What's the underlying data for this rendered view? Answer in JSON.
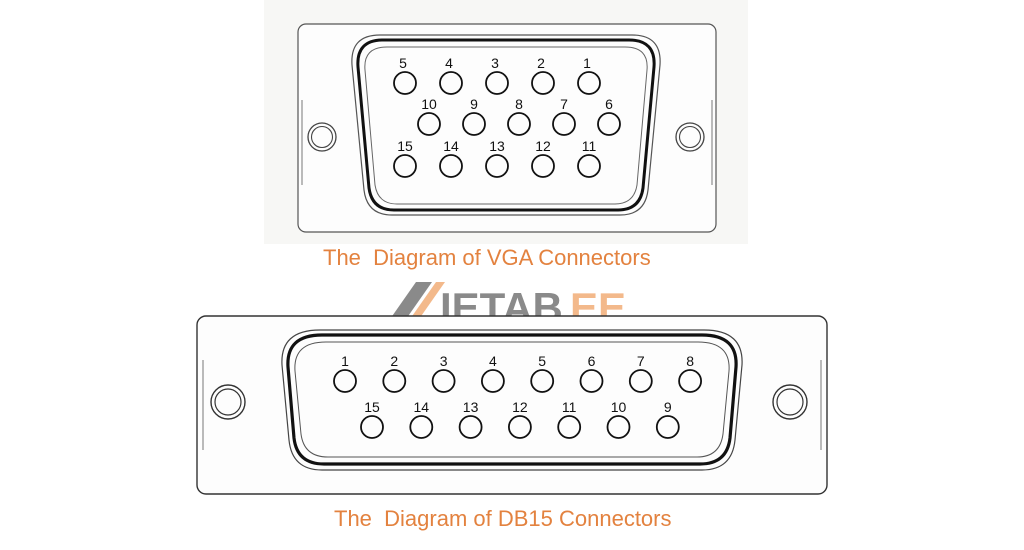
{
  "vga": {
    "caption": "The  Diagram of VGA Connectors",
    "rows": [
      [
        "5",
        "4",
        "3",
        "2",
        "1"
      ],
      [
        "10",
        "9",
        "8",
        "7",
        "6"
      ],
      [
        "15",
        "14",
        "13",
        "12",
        "11"
      ]
    ]
  },
  "db15": {
    "caption": "The  Diagram of DB15 Connectors",
    "rows": [
      [
        "1",
        "2",
        "3",
        "4",
        "5",
        "6",
        "7",
        "8"
      ],
      [
        "15",
        "14",
        "13",
        "12",
        "11",
        "10",
        "9"
      ]
    ]
  },
  "watermark": {
    "text_gray": "IETAB",
    "text_orange": "EE",
    "colors": {
      "gray": "#8a8a8a",
      "orange": "#f3b98b"
    }
  },
  "colors": {
    "caption": "#e3823f",
    "line": "#222222"
  }
}
